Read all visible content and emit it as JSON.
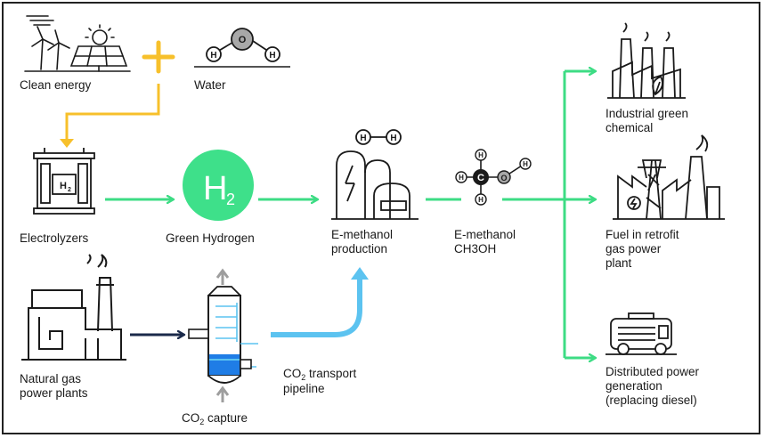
{
  "labels": {
    "clean_energy": "Clean energy",
    "water": "Water",
    "electrolyzers": "Electrolyzers",
    "green_hydrogen": "Green Hydrogen",
    "emethanol_production": "E-methanol\nproduction",
    "emethanol_formula": "E-methanol\nCH3OH",
    "natural_gas": "Natural gas\npower plants",
    "co2_prefix": "CO",
    "co2_sub": "2",
    "co2_capture_suffix": " capture",
    "co2_transport_suffix": " transport",
    "pipeline": "pipeline",
    "industrial": "Industrial green\nchemical",
    "fuel_retrofit": "Fuel in retrofit\ngas power\nplant",
    "distributed": "Distributed power\ngeneration\n(replacing diesel)"
  },
  "symbols": {
    "h2_main": "H",
    "h2_sub": "2",
    "atom_h": "H",
    "atom_o": "O",
    "atom_c": "C"
  },
  "colors": {
    "green": "#3ddc84",
    "green_circle": "#3ee08a",
    "yellow": "#f7c02b",
    "navy": "#1b2a4a",
    "blue": "#5cc3f0",
    "capture_water": "#1f7de6",
    "gray": "#9e9e9e",
    "ink": "#1a1a1a"
  }
}
